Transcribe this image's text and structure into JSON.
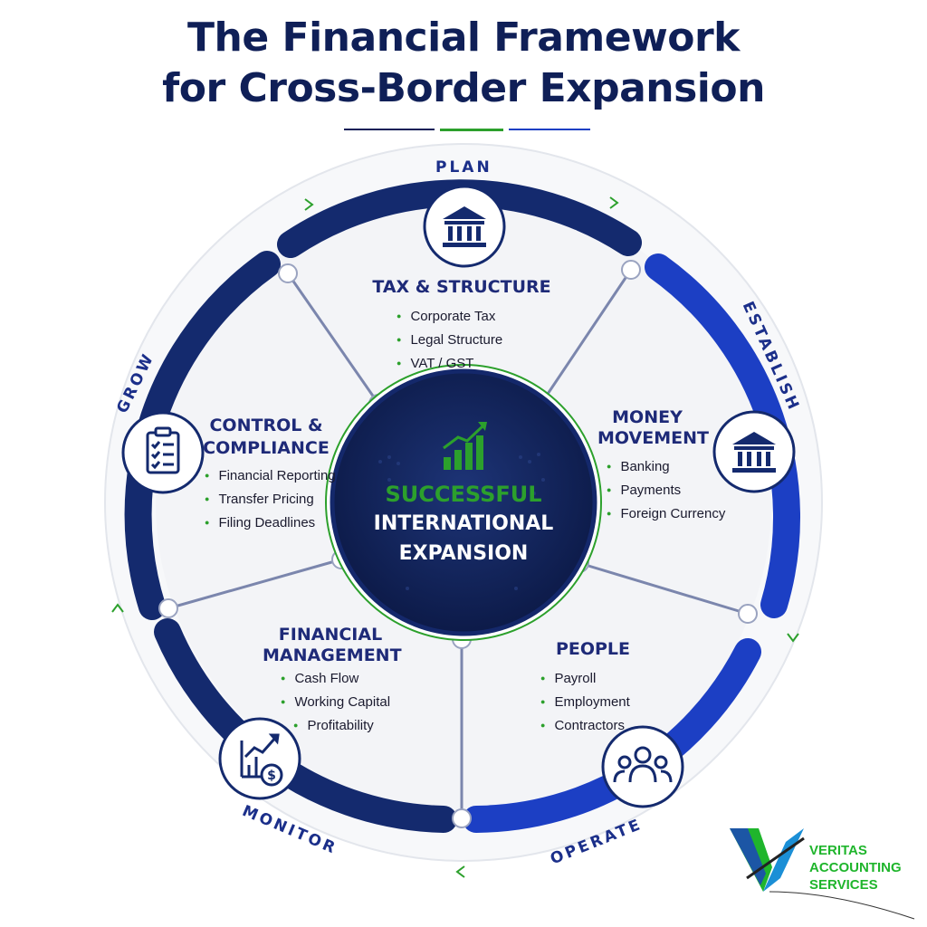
{
  "title": {
    "line1": "The Financial Framework",
    "line2": "for Cross-Border Expansion"
  },
  "colors": {
    "navy": "#0f1f57",
    "blue": "#1c3fc4",
    "green": "#2ca02c",
    "bg_segment": "#f3f4f7"
  },
  "center": {
    "icon": "growth-bar-chart-icon",
    "line1": "SUCCESSFUL",
    "line2": "INTERNATIONAL",
    "line3": "EXPANSION"
  },
  "stages": {
    "plan": "PLAN",
    "establish": "ESTABLISH",
    "operate": "OPERATE",
    "monitor": "MONITOR",
    "grow": "GROW"
  },
  "segments": {
    "tax": {
      "icon": "bank-building-icon",
      "title": "TAX & STRUCTURE",
      "items": [
        "Corporate Tax",
        "Legal Structure",
        "VAT / GST"
      ]
    },
    "money": {
      "icon": "bank-building-icon",
      "title_line1": "MONEY",
      "title_line2": "MOVEMENT",
      "items": [
        "Banking",
        "Payments",
        "Foreign Currency"
      ]
    },
    "people": {
      "icon": "people-group-icon",
      "title": "PEOPLE",
      "items": [
        "Payroll",
        "Employment",
        "Contractors"
      ]
    },
    "financial": {
      "icon": "chart-dollar-icon",
      "title_line1": "FINANCIAL",
      "title_line2": "MANAGEMENT",
      "items": [
        "Cash Flow",
        "Working Capital",
        "Profitability"
      ]
    },
    "control": {
      "icon": "clipboard-checklist-icon",
      "title_line1": "CONTROL &",
      "title_line2": "COMPLIANCE",
      "items": [
        "Financial Reporting",
        "Transfer Pricing",
        "Filing Deadlines"
      ]
    }
  },
  "logo": {
    "line1": "VERITAS",
    "line2": "ACCOUNTING",
    "line3": "SERVICES"
  }
}
